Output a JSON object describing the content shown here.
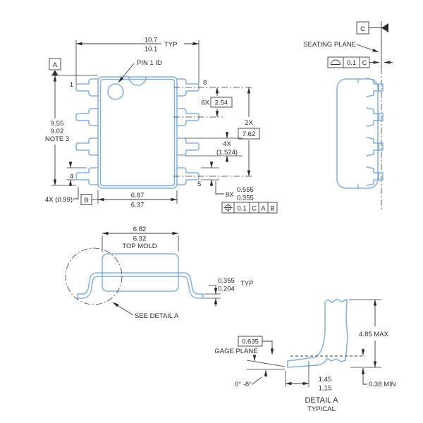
{
  "colors": {
    "package_blue": "#7fb0e2",
    "line_dark": "#3a3a3a"
  },
  "top_view": {
    "width_dim": {
      "v1": "10.7",
      "typ": "TYP",
      "v2": "10.1"
    },
    "pin1_label": "PIN 1 ID",
    "pins": {
      "p1": "1",
      "p4": "4",
      "p8": "8",
      "p5": "5"
    },
    "datums": {
      "a": "A",
      "b": "B"
    },
    "length_dim": {
      "v1": "9.55",
      "v2": "9.02",
      "note": "NOTE 3"
    },
    "lead_width_left": "4X (0.99)",
    "body_width_dim": {
      "v1": "6.87",
      "v2": "6.37"
    },
    "pitch_dim": {
      "qty": "6X",
      "val": "2.54"
    },
    "span_dim": {
      "qty": "2X",
      "val": "7.62"
    },
    "gap_dim": {
      "qty": "4X",
      "val": "(1.524)"
    },
    "lead_dim": {
      "qty": "8X",
      "v1": "0.555",
      "v2": "0.355"
    },
    "position_fcf": {
      "tol": "0.1",
      "d1": "C",
      "d2": "A",
      "d3": "B"
    }
  },
  "side_view": {
    "datum_c": "C",
    "seating_plane": "SEATING PLANE",
    "profile_fcf": {
      "tol": "0.1",
      "datum": "C"
    }
  },
  "mold_view": {
    "mold_dim": {
      "v1": "6.82",
      "v2": "6.32",
      "label": "TOP MOLD"
    },
    "thickness_dim": {
      "v1": "0.355",
      "typ": "TYP",
      "v2": "0.204"
    },
    "see_detail": "SEE DETAIL A"
  },
  "detail_a": {
    "gage_dim": "0.635",
    "gage_label": "GAGE PLANE",
    "height_dim": "4.85 MAX",
    "standoff_dim": "0.38 MIN",
    "foot_dim": {
      "v1": "1.45",
      "v2": "1.15"
    },
    "angle_dim": "0° -8°",
    "title": "DETAIL A",
    "subtitle": "TYPICAL"
  }
}
